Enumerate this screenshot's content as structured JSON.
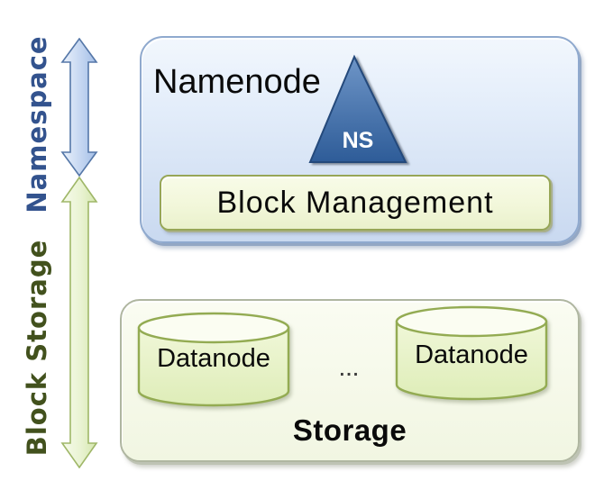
{
  "diagram": {
    "left_rail": {
      "namespace": {
        "label": "Namespace",
        "color": "#33538E"
      },
      "block_storage": {
        "label": "Block Storage",
        "color": "#42511D"
      },
      "namespace_arrow_fill": "#C4D6F1",
      "namespace_arrow_border": "#5577A8",
      "block_storage_arrow_fill": "#E9F3D2",
      "block_storage_arrow_border": "#9FB768"
    },
    "namenode": {
      "title": "Namenode",
      "ns_badge": "NS",
      "block_management_label": "Block Management",
      "box_fill": "#DCE7F6",
      "box_border": "#8FA9CE",
      "triangle_fill": "#3A6BA8",
      "triangle_label_color": "#FFFFFF",
      "panel_fill": "#F2F7DA",
      "panel_border": "#97A657"
    },
    "storage": {
      "title": "Storage",
      "ellipsis": "...",
      "datanodes": [
        {
          "label": "Datanode"
        },
        {
          "label": "Datanode"
        }
      ],
      "box_fill": "#F6F9EA",
      "box_border": "#AFB6A0",
      "cylinder_fill": "#E6F2C8",
      "cylinder_border": "#93AB52"
    }
  }
}
